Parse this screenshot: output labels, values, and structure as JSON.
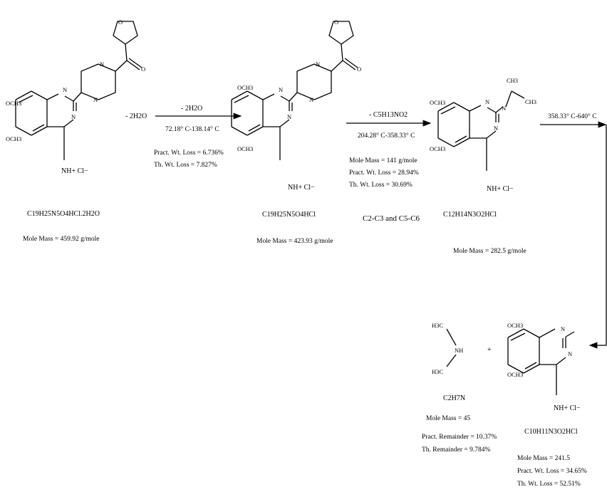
{
  "compounds": {
    "c1": {
      "formula": "C19H25N5O4HCl.2H2O",
      "mass": "Mole Mass = 459.92 g/mole",
      "ion": "NH+ Cl−",
      "sub1": "OCH3",
      "sub2": "OCH3",
      "n1": "N",
      "n2": "N",
      "n3": "N",
      "n4": "N",
      "o1": "O",
      "o2": "O"
    },
    "c2": {
      "formula": "C19H25N5O4HCl",
      "mass": "Mole Mass = 423.93 g/mole",
      "ion": "NH+ Cl−",
      "sub1": "OCH3",
      "sub2": "OCH3",
      "n1": "N",
      "n2": "N",
      "n3": "N",
      "n4": "N",
      "o1": "O",
      "o2": "O"
    },
    "c3": {
      "formula": "C12H14N3O2HCl",
      "mass": "Mole Mass = 282.5 g/mole",
      "ion": "NH+ Cl−",
      "sub1": "OCH3",
      "sub2": "OCH3",
      "ch3a": "CH3",
      "ch3b": "CH3",
      "n1": "N",
      "n2": "N",
      "n3": "N"
    },
    "c4": {
      "formula": "C10H11N3O2HCl",
      "mass": "Mole Mass = 241.5",
      "loss1": "Pract. Wt. Loss = 34.65%",
      "loss2": "Th. Wt. Loss = 52.51%",
      "ion": "NH+ Cl−",
      "sub1": "OCH3",
      "sub2": "OCH3",
      "n1": "N",
      "n2": "N"
    },
    "c5": {
      "formula": "C2H7N",
      "mass": "Mole Mass = 45",
      "rem1": "Pract. Remainder = 10.37%",
      "rem2": "Th. Remainder = 9.784%",
      "ch3a": "H3C",
      "ch3b": "H3C",
      "nh": "NH"
    }
  },
  "reagent": "- 2H2O",
  "plus": "+",
  "steps": {
    "s1": {
      "label": "- 2H2O",
      "temp": "72.18° C-138.14° C",
      "loss1": "Pract. Wt. Loss = 6.736%",
      "loss2": "Th. Wt. Loss = 7.827%"
    },
    "s2": {
      "label": "- C5H13NO2",
      "temp": "204.28° C-358.33° C",
      "mass": "Mole Mass = 141 g/mole",
      "loss1": "Pract. Wt. Loss = 28.94%",
      "loss2": "Th. Wt. Loss = 30.69%",
      "bonds": "C2-C3 and C5-C6"
    },
    "s3": {
      "temp": "358.33° C-640° C"
    }
  }
}
